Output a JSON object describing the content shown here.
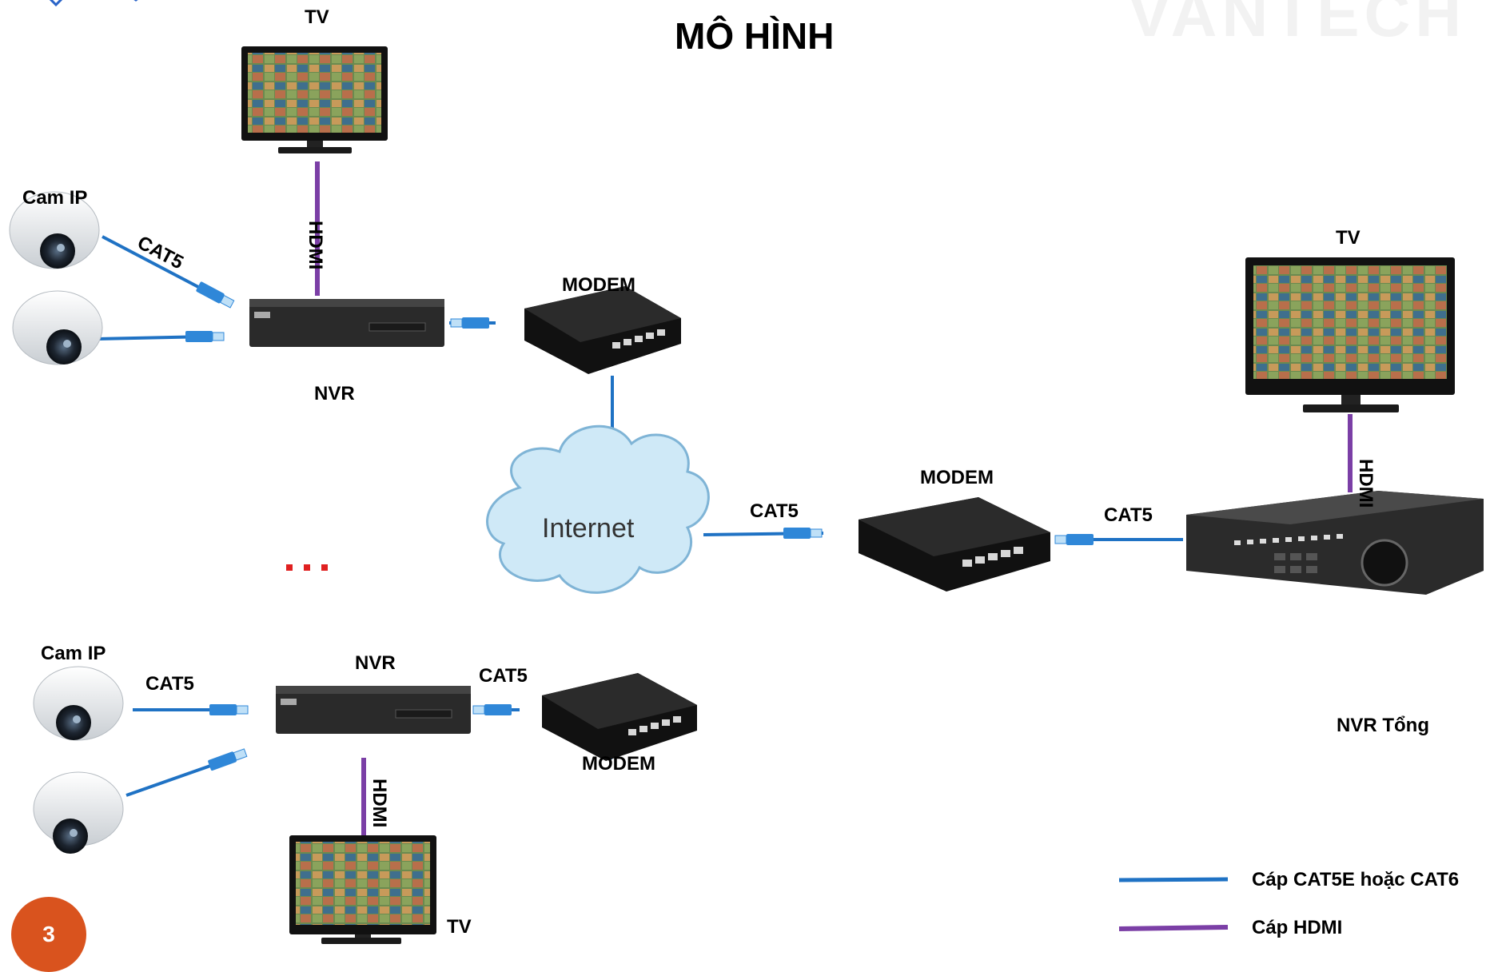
{
  "title": "MÔ HÌNH",
  "page_number": "3",
  "colors": {
    "cat_cable": "#1f72c4",
    "hdmi_cable": "#7b3fa6",
    "badge": "#d9531e",
    "cloud": "#cfe9f7"
  },
  "labels": {
    "tv": "TV",
    "cam_ip": "Cam IP",
    "cat5": "CAT5",
    "hdmi": "HDMI",
    "nvr": "NVR",
    "modem": "MODEM",
    "internet": "Internet",
    "ellipsis": "...",
    "nvr_central": "NVR Tổng"
  },
  "legend": [
    {
      "label": "Cáp CAT5E hoặc CAT6",
      "color": "#1f72c4"
    },
    {
      "label": "Cáp HDMI",
      "color": "#7b3fa6"
    }
  ],
  "nodes": [
    "tv-top",
    "cam-ip-1",
    "cam-ip-2",
    "nvr-1",
    "modem-1",
    "internet-cloud",
    "modem-center",
    "nvr-central",
    "tv-right",
    "cam-ip-3",
    "cam-ip-4",
    "nvr-2",
    "modem-2",
    "tv-bottom"
  ],
  "links": [
    {
      "from": "cam-ip-1",
      "to": "nvr-1",
      "type": "CAT5"
    },
    {
      "from": "cam-ip-2",
      "to": "nvr-1",
      "type": "CAT5"
    },
    {
      "from": "nvr-1",
      "to": "tv-top",
      "type": "HDMI"
    },
    {
      "from": "nvr-1",
      "to": "modem-1",
      "type": "CAT5"
    },
    {
      "from": "modem-1",
      "to": "internet-cloud",
      "type": "CAT5"
    },
    {
      "from": "internet-cloud",
      "to": "modem-center",
      "type": "CAT5"
    },
    {
      "from": "modem-center",
      "to": "nvr-central",
      "type": "CAT5"
    },
    {
      "from": "nvr-central",
      "to": "tv-right",
      "type": "HDMI"
    },
    {
      "from": "cam-ip-3",
      "to": "nvr-2",
      "type": "CAT5"
    },
    {
      "from": "cam-ip-4",
      "to": "nvr-2",
      "type": "CAT5"
    },
    {
      "from": "nvr-2",
      "to": "modem-2",
      "type": "CAT5"
    },
    {
      "from": "nvr-2",
      "to": "tv-bottom",
      "type": "HDMI"
    }
  ]
}
